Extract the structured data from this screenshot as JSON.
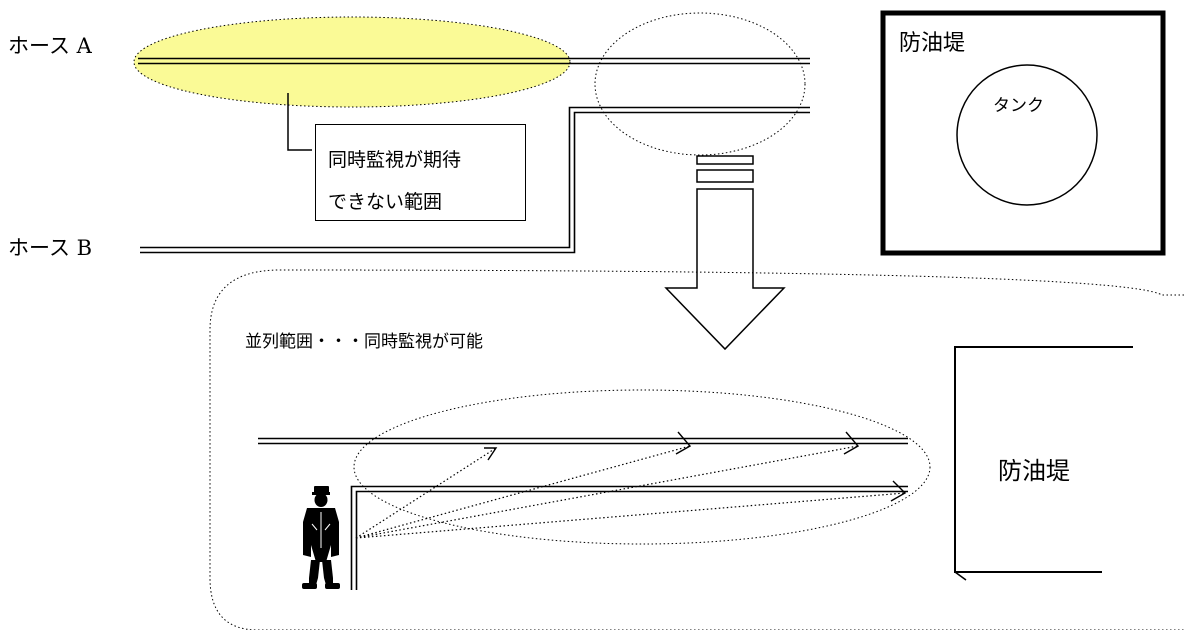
{
  "labels": {
    "hose_a": "ホース A",
    "hose_b": "ホース B",
    "dike_top": "防油堤",
    "tank": "タンク",
    "callout_line1": "同時監視が期待",
    "callout_line2": "できない範囲",
    "parallel_note": "並列範囲・・・同時監視が可能",
    "dike_bottom": "防油堤"
  },
  "colors": {
    "highlight_fill": "#fafa96",
    "line": "#000000",
    "background": "#ffffff"
  },
  "icons": {
    "guard": "standing-guard-silhouette",
    "down_arrow": "hollow-down-arrow"
  }
}
